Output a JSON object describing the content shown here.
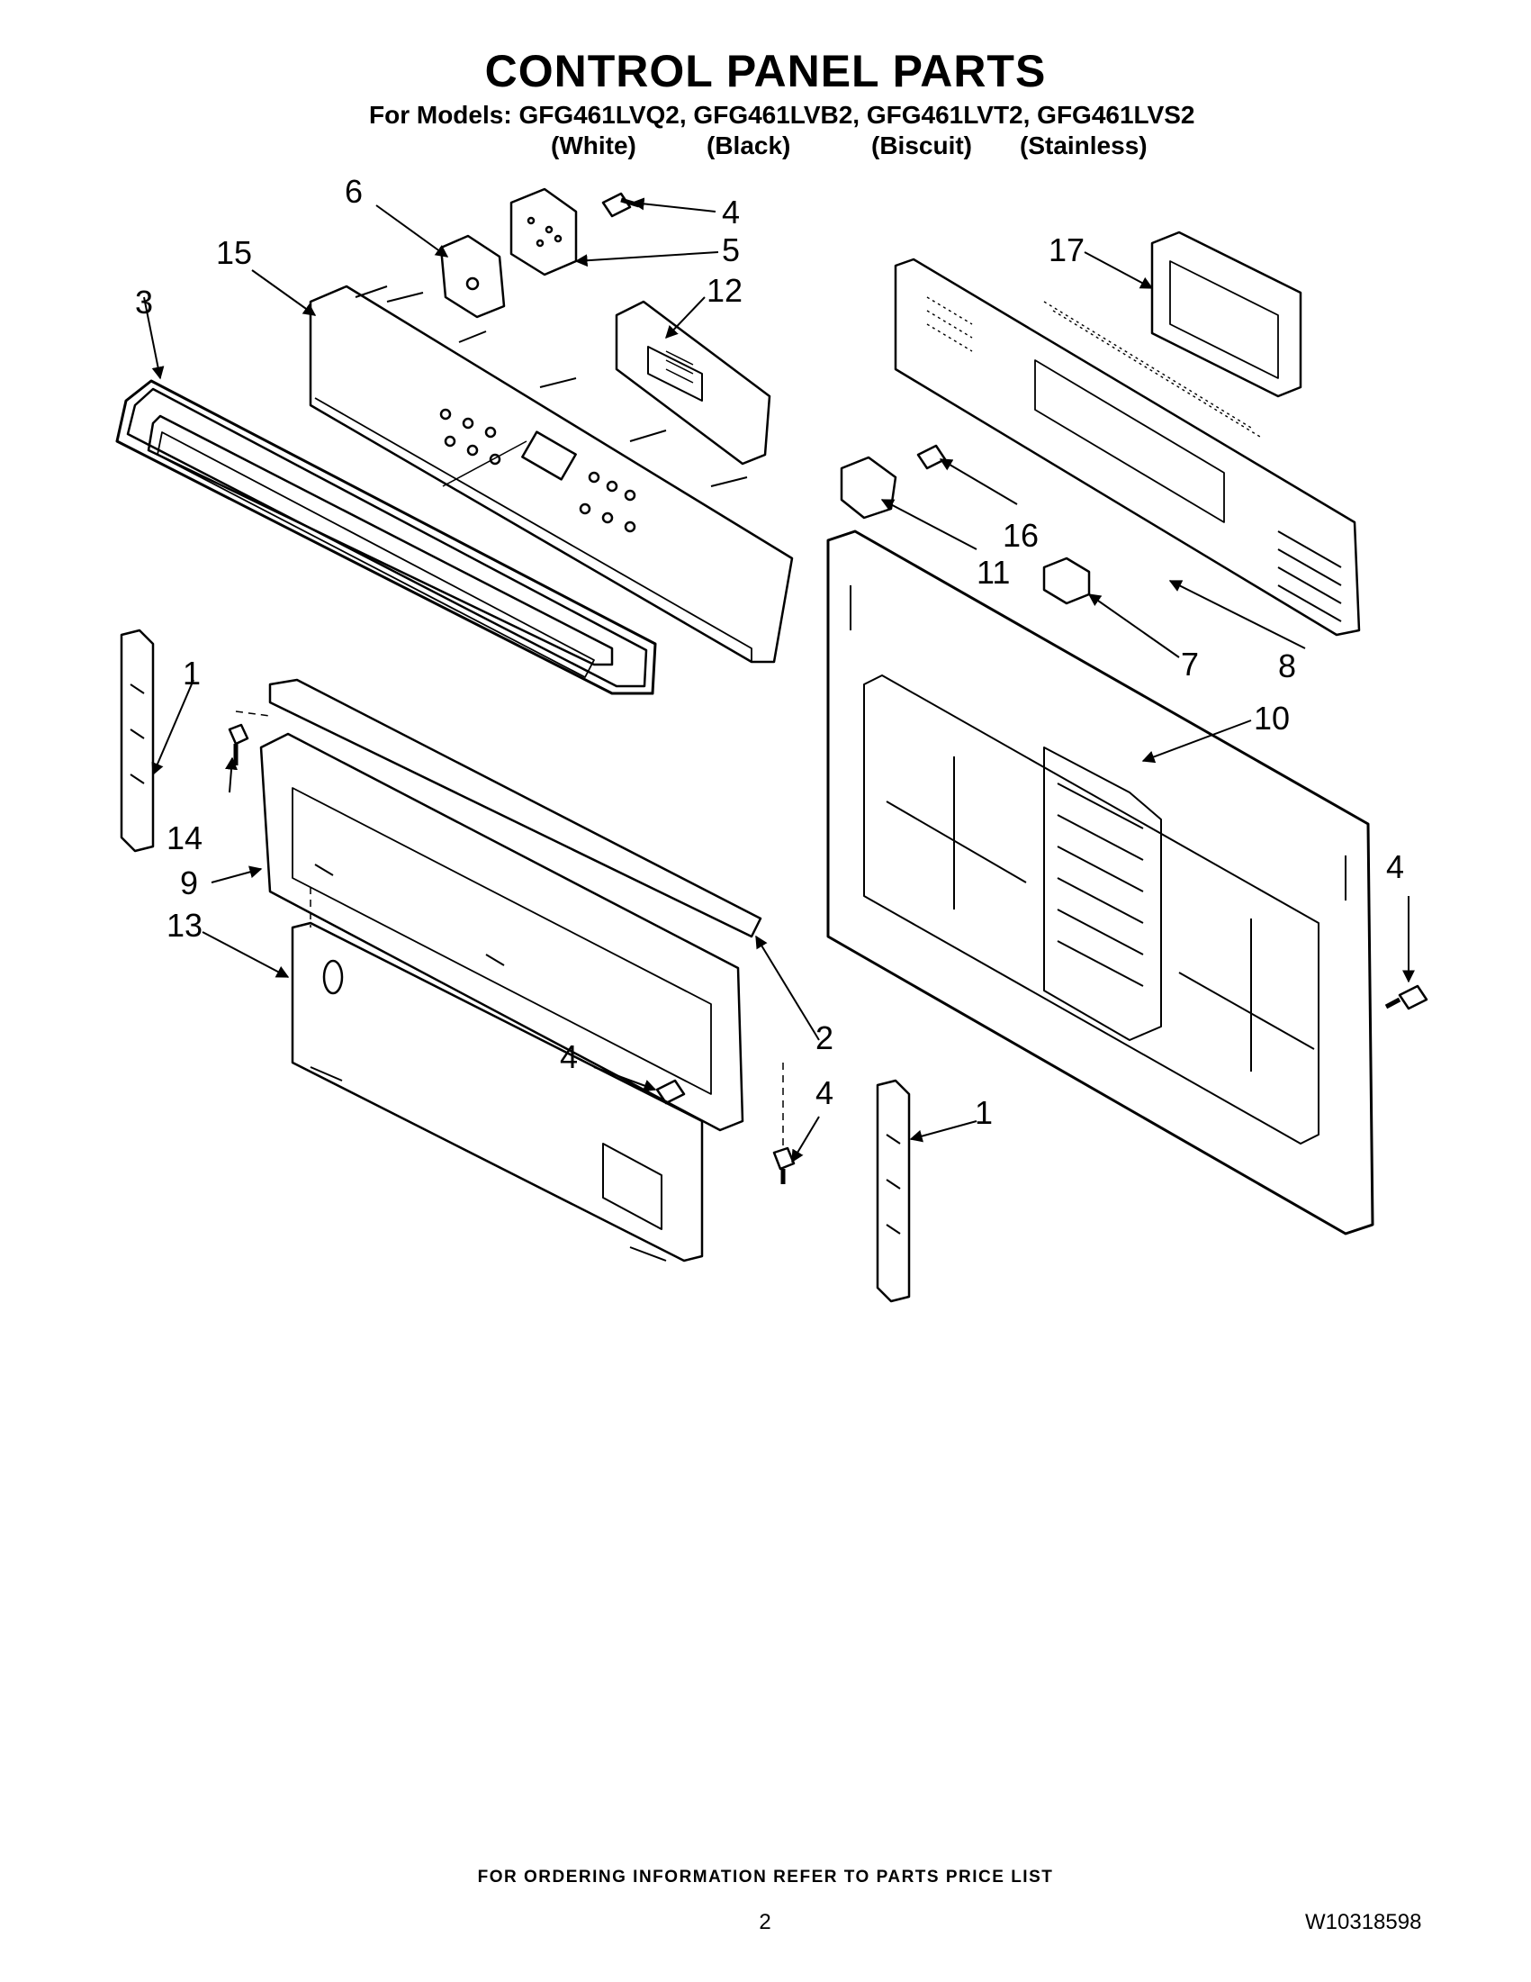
{
  "title": "CONTROL PANEL PARTS",
  "models_line": "For Models: GFG461LVQ2, GFG461LVB2, GFG461LVT2, GFG461LVS2",
  "finishes": [
    "(White)",
    "(Black)",
    "(Biscuit)",
    "(Stainless)"
  ],
  "callouts": {
    "c1a": "1",
    "c1b": "1",
    "c2": "2",
    "c3": "3",
    "c4a": "4",
    "c4b": "4",
    "c4c": "4",
    "c4d": "4",
    "c5": "5",
    "c6": "6",
    "c7": "7",
    "c8": "8",
    "c9": "9",
    "c10": "10",
    "c11": "11",
    "c12": "12",
    "c13": "13",
    "c14": "14",
    "c15": "15",
    "c16": "16",
    "c17": "17"
  },
  "footer": "FOR ORDERING INFORMATION REFER TO PARTS PRICE LIST",
  "page_number": "2",
  "doc_id": "W10318598"
}
